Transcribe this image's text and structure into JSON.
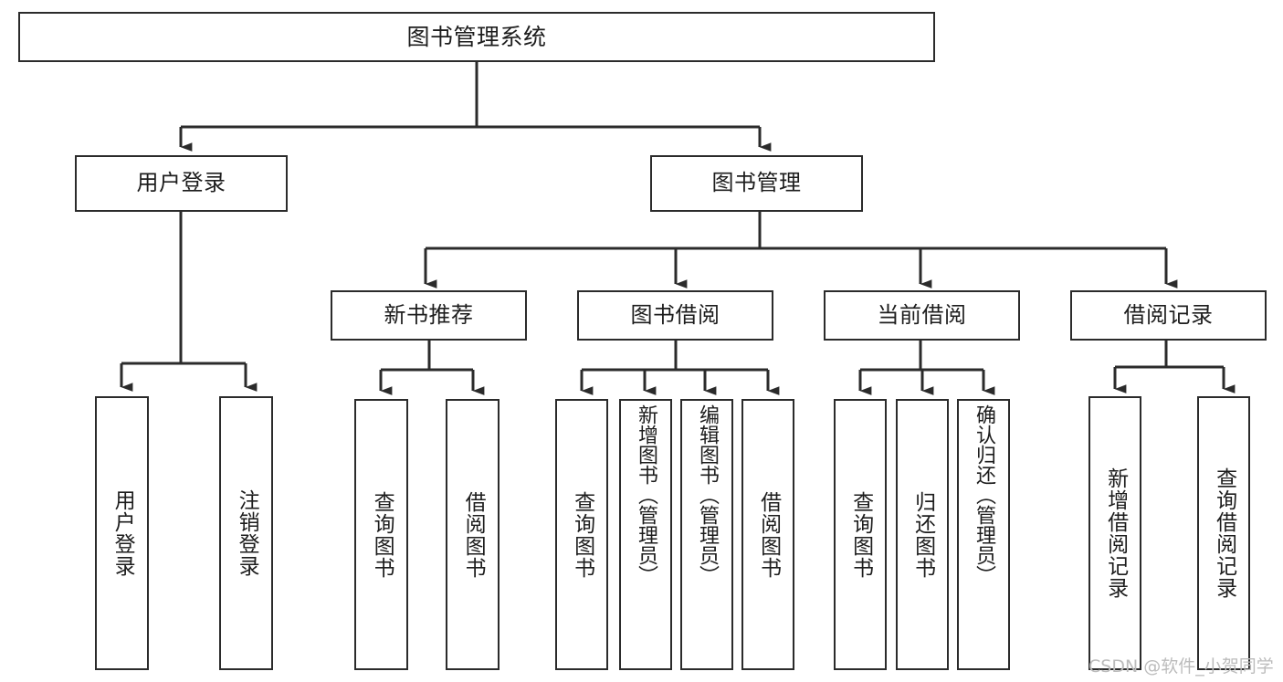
{
  "diagram": {
    "title": "图书管理系统",
    "type": "tree-hierarchy",
    "background_color": "#ffffff",
    "line_color": "#2b2b2b",
    "text_color": "#1d1d1d"
  },
  "nodes": {
    "root": {
      "label": "图书管理系统"
    },
    "level2": [
      {
        "label": "用户登录"
      },
      {
        "label": "图书管理"
      }
    ],
    "level3": [
      {
        "label": "新书推荐"
      },
      {
        "label": "图书借阅"
      },
      {
        "label": "当前借阅"
      },
      {
        "label": "借阅记录"
      }
    ],
    "leaves": {
      "user_login": [
        {
          "label": "用户登录"
        },
        {
          "label": "注销登录"
        }
      ],
      "new_book": [
        {
          "label": "查询图书"
        },
        {
          "label": "借阅图书"
        }
      ],
      "book_borrow": [
        {
          "label": "查询图书"
        },
        {
          "label": "新增图书（管理员）"
        },
        {
          "label": "编辑图书（管理员）"
        },
        {
          "label": "借阅图书"
        }
      ],
      "current_borrow": [
        {
          "label": "查询图书"
        },
        {
          "label": "归还图书"
        },
        {
          "label": "确认归还（管理员）"
        }
      ],
      "borrow_record": [
        {
          "label": "新增借阅记录"
        },
        {
          "label": "查询借阅记录"
        }
      ]
    }
  },
  "watermark": {
    "text": "CSDN @软件_小贺同学"
  }
}
